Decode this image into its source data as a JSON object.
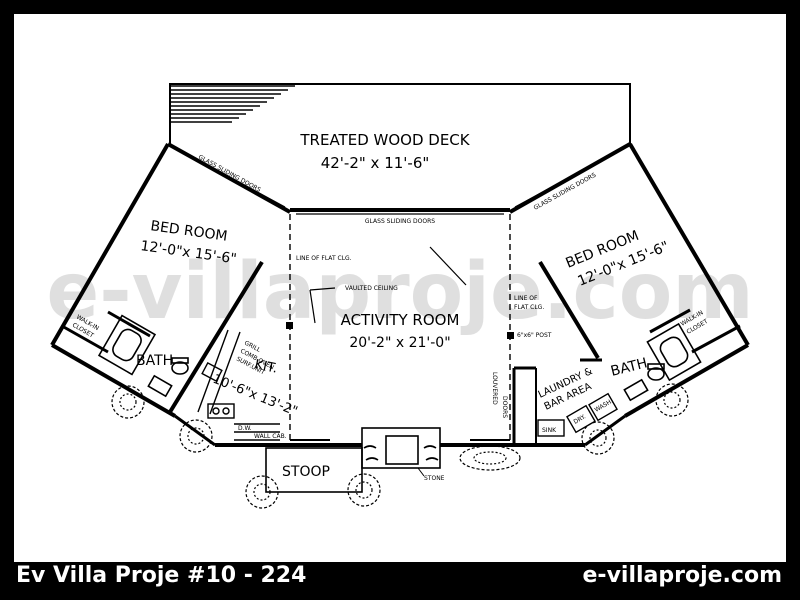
{
  "watermark": "e-villaproje.com",
  "rooms": {
    "deck": {
      "name": "TREATED WOOD DECK",
      "size": "42'-2\" x 11'-6\""
    },
    "activity": {
      "name": "ACTIVITY ROOM",
      "size": "20'-2\" x 21'-0\""
    },
    "bed_left": {
      "name": "BED ROOM",
      "size": "12'-0\"x 15'-6\""
    },
    "bed_right": {
      "name": "BED ROOM",
      "size": "12'-0\"x 15'-6\""
    },
    "bath_left": {
      "name": "BATH"
    },
    "bath_right": {
      "name": "BATH"
    },
    "kitchen": {
      "name": "KIT.",
      "size": "10'-6\"x 13'-2\""
    },
    "laundry": {
      "line1": "LAUNDRY &",
      "line2": "BAR AREA"
    },
    "stoop": {
      "name": "STOOP"
    }
  },
  "labels": {
    "glass_sliding_left": "GLASS SLIDING DOORS",
    "glass_sliding_center": "GLASS SLIDING DOORS",
    "glass_sliding_right": "GLASS SLIDING DOORS",
    "line_flat_left": "LINE OF FLAT CLG.",
    "line_flat_right_1": "LINE OF",
    "line_flat_right_2": "FLAT CLG.",
    "vaulted": "VAULTED CEILING",
    "post": "6\"x6\" POST",
    "walkin_left_1": "WALK-IN",
    "walkin_left_2": "CLOSET",
    "walkin_right_1": "WALK-IN",
    "walkin_right_2": "CLOSET",
    "grill_1": "GRILL",
    "grill_2": "COMB.OVEN",
    "grill_3": "SURF.UNIT",
    "dw": "D.W.",
    "wall_cab": "WALL CAB.",
    "louvered_1": "LOUVERED",
    "louvered_2": "DOORS",
    "sink": "SINK",
    "dryer": "DRY.",
    "wash": "WASH.",
    "stone": "STONE"
  },
  "caption": {
    "left": "Ev Villa Proje #10 - 224",
    "right": "e-villaproje.com"
  }
}
